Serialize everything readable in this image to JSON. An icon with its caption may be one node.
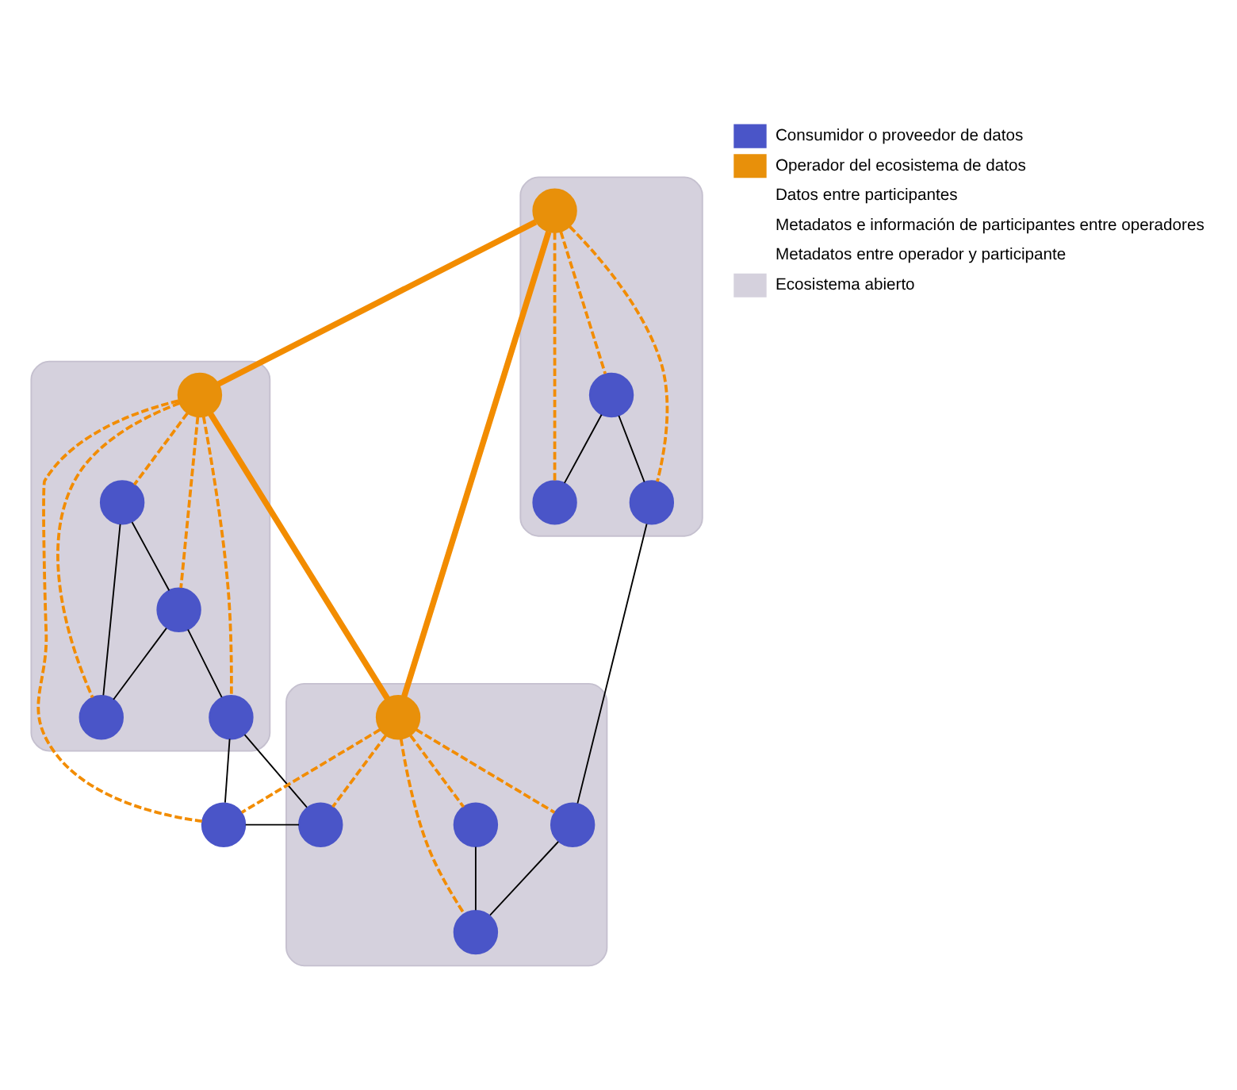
{
  "diagram": {
    "nodes": [
      {
        "text": [],
        "shape": "ellipse"
      },
      {
        "text": [],
        "shape": "circle",
        "in": 0
      },
      {
        "text": [],
        "shape": "circle",
        "in": 0
      },
      {
        "text": [],
        "shape": "circle",
        "in": 0
      },
      {
        "text": [],
        "shape": "circle",
        "in": 0
      },
      {
        "text": [],
        "shape": "ellipse"
      },
      {
        "text": [],
        "shape": "circle",
        "in": 5
      },
      {
        "text": [],
        "shape": "circle",
        "in": 5
      },
      {
        "text": [],
        "shape": "circle",
        "in": 5
      },
      {
        "text": [],
        "shape": "circle",
        "in": 5
      },
      {
        "text": [],
        "shape": "circle",
        "in": 5
      },
      {
        "text": [],
        "shape": "circle"
      },
      {
        "text": [],
        "shape": "ellipse"
      },
      {
        "text": [],
        "shape": "circle",
        "in": 12
      },
      {
        "text": [],
        "shape": "circle",
        "in": 12
      },
      {
        "text": [],
        "shape": "circle",
        "in": 12
      },
      {
        "text": [],
        "shape": "circle",
        "in": 12
      },
      {
        "text": [],
        "shape": "circle",
        "in": 12
      }
    ],
    "edges": [
      {
        "from": 1,
        "to": 3,
        "arrow": "none",
        "color": "#000000"
      },
      {
        "from": 1,
        "to": 2,
        "arrow": "none",
        "color": "#000000"
      },
      {
        "from": 3,
        "to": 13,
        "arrow": "none",
        "color": "#000000"
      },
      {
        "from": 6,
        "to": 8,
        "arrow": "none",
        "color": "#000000"
      },
      {
        "from": 6,
        "to": 7,
        "arrow": "none",
        "color": "#000000"
      },
      {
        "from": 7,
        "to": 8,
        "arrow": "none",
        "color": "#000000"
      },
      {
        "from": 7,
        "to": 10,
        "arrow": "none",
        "color": "#000000"
      },
      {
        "from": 10,
        "to": 11,
        "arrow": "none",
        "color": "#000000"
      },
      {
        "from": 10,
        "to": 16,
        "arrow": "none",
        "color": "#000000"
      },
      {
        "from": 11,
        "to": 16,
        "arrow": "none",
        "color": "#000000"
      },
      {
        "from": 13,
        "to": 17,
        "arrow": "none",
        "color": "#000000"
      },
      {
        "from": 15,
        "to": 17,
        "arrow": "none",
        "color": "#000000"
      },
      {
        "from": 4,
        "to": 9,
        "arrow": "none",
        "style": "thick",
        "color": "#f28c00"
      },
      {
        "from": 4,
        "to": 14,
        "arrow": "none",
        "style": "thick",
        "color": "#f28c00"
      },
      {
        "from": 9,
        "to": 14,
        "arrow": "none",
        "style": "thick",
        "color": "#f28c00"
      },
      {
        "from": 4,
        "to": 1,
        "arrow": "none",
        "style": "dashed",
        "color": "#f28c00"
      },
      {
        "from": 4,
        "to": 2,
        "arrow": "none",
        "style": "dashed",
        "color": "#f28c00"
      },
      {
        "from": 4,
        "to": 3,
        "arrow": "none",
        "style": "dashed",
        "color": "#f28c00"
      },
      {
        "from": 9,
        "to": 6,
        "arrow": "none",
        "style": "dashed",
        "color": "#f28c00"
      },
      {
        "from": 9,
        "to": 7,
        "arrow": "none",
        "style": "dashed",
        "color": "#f28c00"
      },
      {
        "from": 9,
        "to": 8,
        "arrow": "none",
        "style": "dashed",
        "color": "#f28c00"
      },
      {
        "from": 9,
        "to": 10,
        "arrow": "none",
        "style": "dashed",
        "color": "#f28c00"
      },
      {
        "from": 9,
        "to": 11,
        "arrow": "none",
        "style": "dashed",
        "color": "#f28c00"
      },
      {
        "from": 14,
        "to": 13,
        "arrow": "none",
        "style": "dashed",
        "color": "#f28c00"
      },
      {
        "from": 14,
        "to": 15,
        "arrow": "none",
        "style": "dashed",
        "color": "#f28c00"
      },
      {
        "from": 14,
        "to": 17,
        "arrow": "none",
        "style": "dashed",
        "color": "#f28c00"
      },
      {
        "from": 14,
        "to": 16,
        "arrow": "none",
        "style": "dashed",
        "color": "#f28c00"
      },
      {
        "from": 14,
        "to": 11,
        "arrow": "none",
        "style": "dashed",
        "color": "#f28c00"
      }
    ],
    "legend": [
      {
        "text": "Consumidor o proveedor de datos",
        "color": "#4a55c8"
      },
      {
        "text": "Operador del ecosistema de datos",
        "color": "#e8900a"
      },
      {
        "text": "Datos entre participantes"
      },
      {
        "text": "Metadatos e información de participantes entre operadores"
      },
      {
        "text": "Metadatos entre operador y participante"
      },
      {
        "text": "Ecosistema abierto",
        "color": "#d5d1dd"
      }
    ]
  }
}
